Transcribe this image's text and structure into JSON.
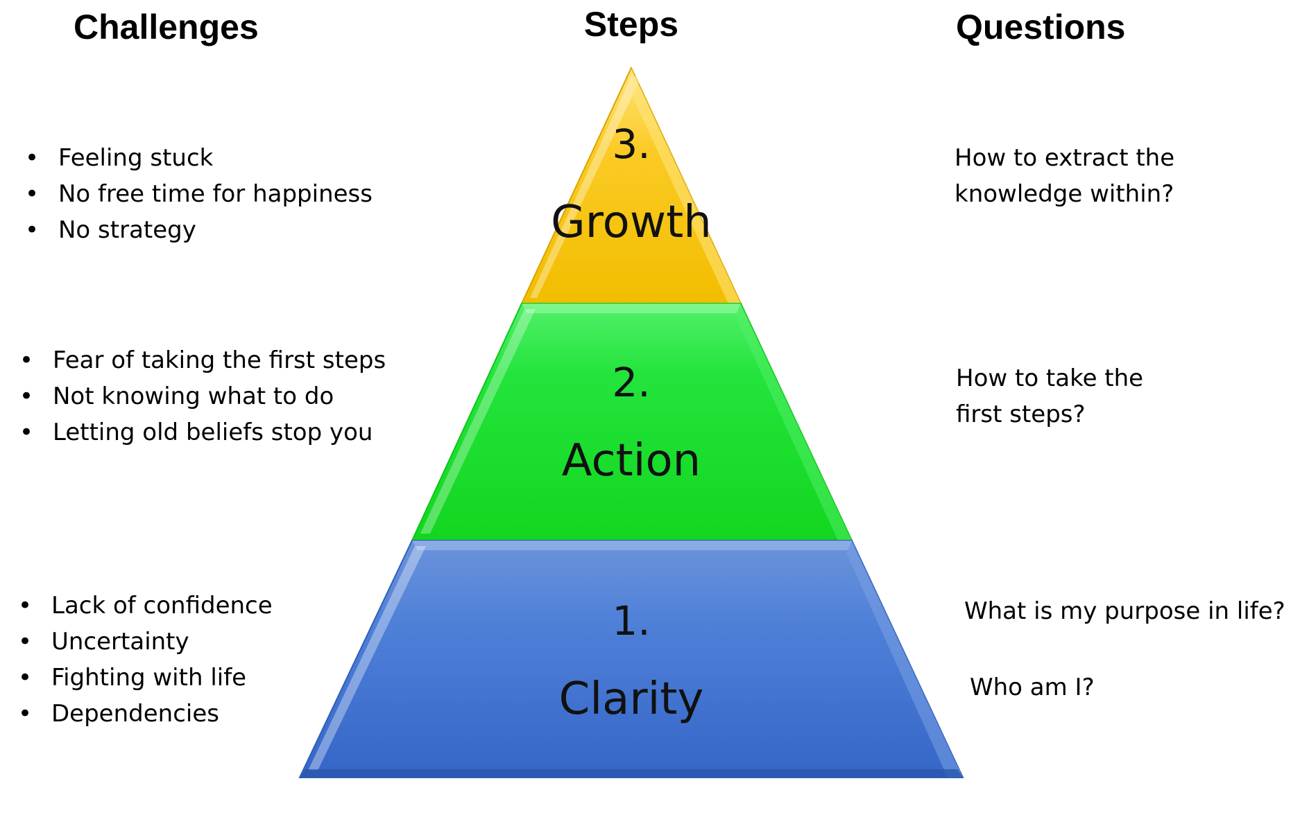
{
  "headings": {
    "challenges": "Challenges",
    "steps": "Steps",
    "questions": "Questions"
  },
  "tiers": [
    {
      "key": "growth",
      "number": "3.",
      "name": "Growth",
      "color": "#f5c516",
      "challenges": [
        "Feeling stuck",
        "No free time for happiness",
        "No strategy"
      ],
      "questions": [
        "How to extract the knowledge within?"
      ]
    },
    {
      "key": "action",
      "number": "2.",
      "name": "Action",
      "color": "#1fdf2f",
      "challenges": [
        "Fear of taking the first steps",
        "Not knowing what to do",
        "Letting old beliefs stop you"
      ],
      "questions": [
        "How to take the first steps?"
      ]
    },
    {
      "key": "clarity",
      "number": "1.",
      "name": "Clarity",
      "color": "#4a7fd6",
      "challenges": [
        "Lack of confidence",
        "Uncertainty",
        "Fighting with life",
        "Dependencies"
      ],
      "questions": [
        "What is my purpose in life?",
        "Who am I?"
      ]
    }
  ]
}
